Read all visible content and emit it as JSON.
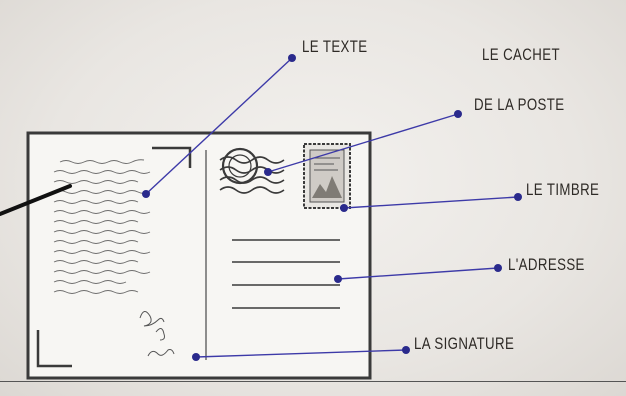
{
  "labels": {
    "texte": "LE TEXTE",
    "cachet_line1": "LE CACHET",
    "cachet_line2": "DE LA POSTE",
    "timbre": "LE TIMBRE",
    "adresse": "L'ADRESSE",
    "signature": "LA SIGNATURE"
  },
  "colors": {
    "leader_line": "#3d3aa8",
    "dot": "#2a2a8c",
    "card_border": "#3a3a3a",
    "ink": "#4a4a4a",
    "pointer": "#111111"
  }
}
